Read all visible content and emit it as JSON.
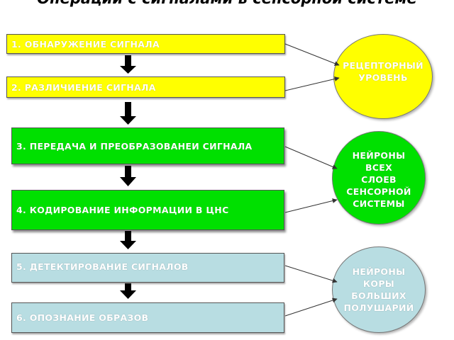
{
  "title": "Операции с сигналами в сенсорной системе",
  "steps": [
    {
      "label": "1. ОБНАРУЖЕНИЕ СИГНАЛА",
      "color": "#ffff00"
    },
    {
      "label": "2. РАЗЛИЧИЕНИЕ СИГНАЛА",
      "color": "#ffff00"
    },
    {
      "label": "3. ПЕРЕДАЧА И ПРЕОБРАЗОВАНЕИ СИГНАЛА",
      "color": "#00e000"
    },
    {
      "label": "4. КОДИРОВАНИЕ ИНФОРМАЦИИ В ЦНС",
      "color": "#00e000"
    },
    {
      "label": "5. ДЕТЕКТИРОВАНИЕ СИГНАЛОВ",
      "color": "#b8dde2"
    },
    {
      "label": "6. ОПОЗНАНИЕ ОБРАЗОВ",
      "color": "#b8dde2"
    }
  ],
  "levels": [
    {
      "label": "РЕЦЕПТОРНЫЙ\nУРОВЕНЬ",
      "color": "#ffff00"
    },
    {
      "label": "НЕЙРОНЫ\nВСЕХ\nСЛОЕВ\nСЕНСОРНОЙ\nСИСТЕМЫ",
      "color": "#00e000"
    },
    {
      "label": "НЕЙРОНЫ\nКОРЫ\nБОЛЬШИХ\nПОЛУШАРИЙ",
      "color": "#b8dde2"
    }
  ]
}
